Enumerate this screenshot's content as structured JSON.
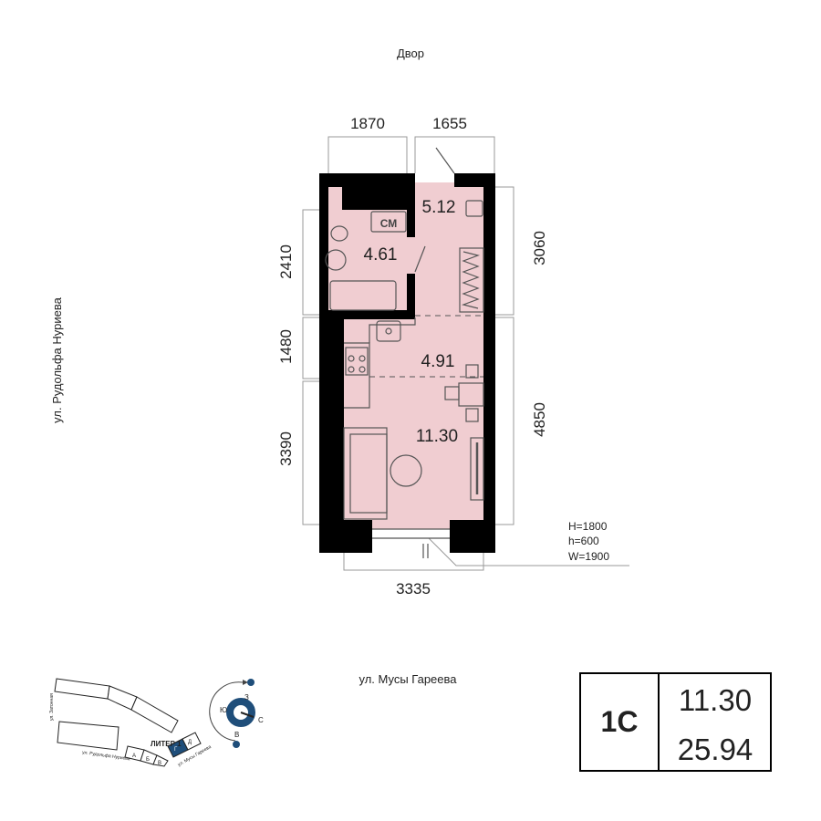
{
  "labels": {
    "courtyard": "Двор",
    "street_left": "ул. Рудольфа Нуриева",
    "street_bottom": "ул. Мусы Гареева"
  },
  "dimensions": {
    "top_left": "1870",
    "top_right": "1655",
    "left_top": "2410",
    "left_mid": "1480",
    "left_bottom": "3390",
    "right_top": "3060",
    "right_bottom": "4850",
    "bottom": "3335"
  },
  "window_spec": [
    "H=1800",
    "h=600",
    "W=1900"
  ],
  "rooms": {
    "bathroom": "4.61",
    "hall": "5.12",
    "kitchen": "4.91",
    "living": "11.30",
    "washer": "СМ"
  },
  "site_plan": {
    "liter": "ЛИТЕР 1",
    "sections": [
      "А",
      "Б",
      "В",
      "Г",
      "Д"
    ],
    "street_1": "ул. Затонная",
    "street_2": "ул. Рудольфа Нуриева",
    "street_3": "ул. Мусы Гареева",
    "compass": {
      "n": "З",
      "s": "В",
      "w": "Ю",
      "e": "С"
    }
  },
  "summary": {
    "type": "1С",
    "living_area": "11.30",
    "total_area": "25.94"
  },
  "colors": {
    "room_fill": "#f0cdd1",
    "wall": "#000000",
    "accent": "#1f4e7a"
  }
}
